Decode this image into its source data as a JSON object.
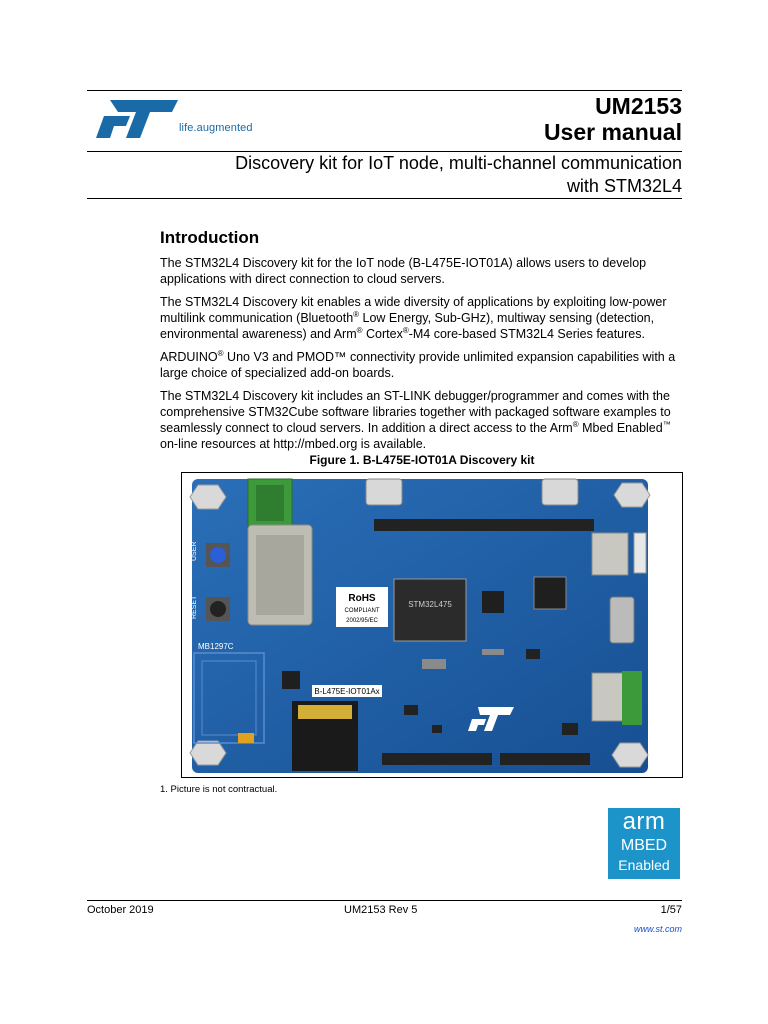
{
  "logo": {
    "tagline": "life.augmented"
  },
  "header": {
    "doc_id": "UM2153",
    "doc_type": "User manual",
    "subtitle_line1": "Discovery kit for IoT node, multi-channel communication",
    "subtitle_line2": "with STM32L4"
  },
  "intro": {
    "title": "Introduction",
    "p1": "The STM32L4 Discovery kit for the IoT node (B-L475E-IOT01A) allows users to develop applications with direct connection to cloud servers.",
    "p2_a": "The STM32L4 Discovery kit enables a wide diversity of applications by exploiting low-power multilink communication (Bluetooth",
    "p2_b": " Low Energy, Sub-GHz), multiway sensing (detection, environmental awareness) and Arm",
    "p2_c": " Cortex",
    "p2_d": "-M4 core-based STM32L4 Series features.",
    "p3_a": "ARDUINO",
    "p3_b": " Uno V3 and PMOD™ connectivity provide unlimited expansion capabilities with a large choice of specialized add-on boards.",
    "p4_a": "The STM32L4 Discovery kit includes an ST-LINK debugger/programmer and comes with the comprehensive STM32Cube software libraries together with packaged software examples to seamlessly connect to cloud servers. In addition a direct access to the Arm",
    "p4_b": " Mbed Enabled",
    "p4_c": " on-line resources at http://mbed.org is available.",
    "reg": "®",
    "tm": "™"
  },
  "figure": {
    "caption": "Figure 1. B-L475E-IOT01A Discovery kit",
    "footnote": "1.   Picture is not contractual.",
    "board": {
      "label_mb": "MB1297C",
      "label_board": "B-L475E-IOT01Ax",
      "label_rohs": "RoHS",
      "label_compliant": "COMPLIANT",
      "label_directive": "2002/95/EC",
      "label_mcu": "STM32L475",
      "label_user": "USER",
      "label_reset": "RESET"
    }
  },
  "badge": {
    "line1": "arm",
    "line2": "MBED",
    "line3": "Enabled"
  },
  "footer": {
    "date": "October 2019",
    "rev": "UM2153 Rev 5",
    "page": "1/57",
    "www": "www.st.com"
  },
  "colors": {
    "st_blue": "#1a6aa8",
    "pcb_blue": "#1d5fa8",
    "arm_blue": "#1c93c9"
  }
}
